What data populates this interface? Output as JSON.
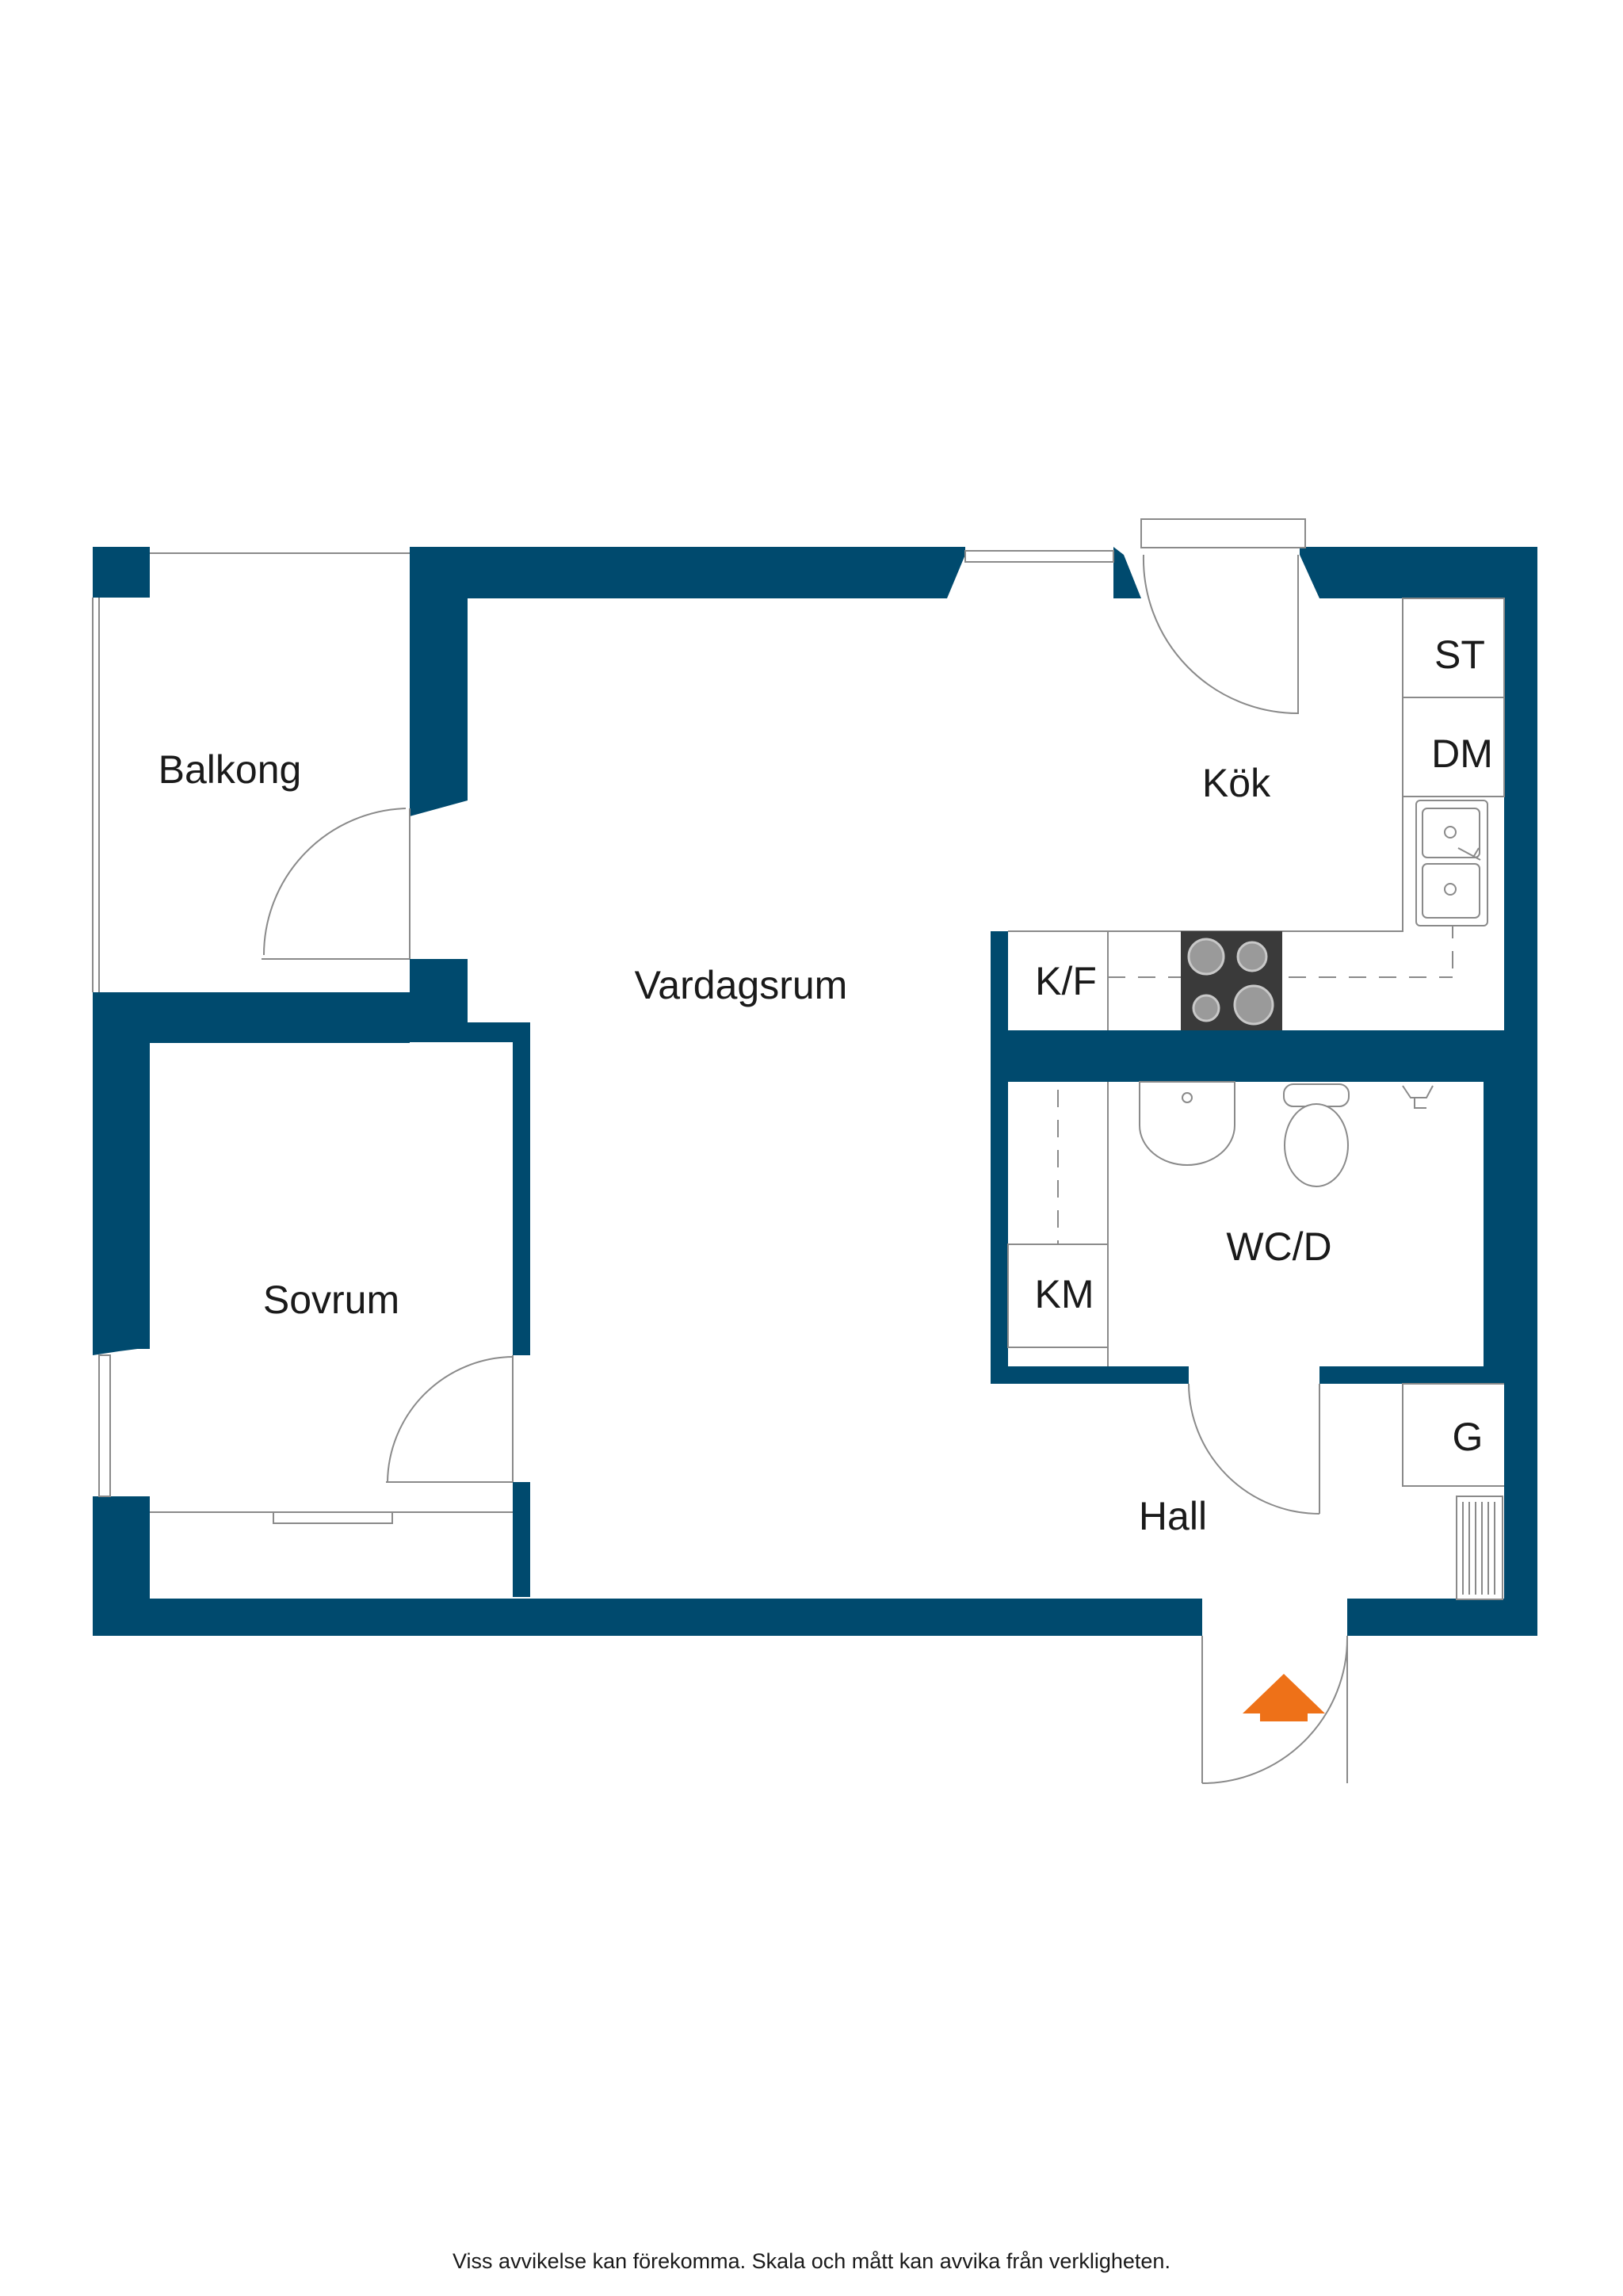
{
  "rooms": {
    "balkong": "Balkong",
    "vardagsrum": "Vardagsrum",
    "kok": "Kök",
    "sovrum": "Sovrum",
    "wcd": "WC/D",
    "hall": "Hall"
  },
  "fixtures": {
    "st": "ST",
    "dm": "DM",
    "kf": "K/F",
    "km": "KM",
    "g": "G"
  },
  "colors": {
    "wall": "#004a6e",
    "entrance_arrow": "#ee7118"
  },
  "disclaimer": "Viss avvikelse kan förekomma. Skala och mått kan avvika från verkligheten."
}
